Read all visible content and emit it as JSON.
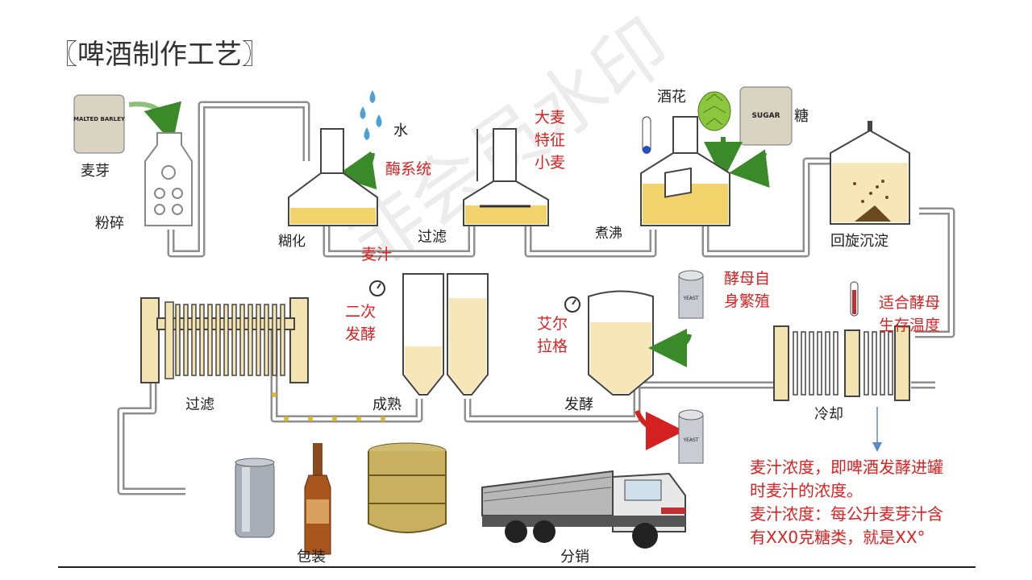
{
  "title": "〖啤酒制作工艺〗",
  "watermark": "非会员水印",
  "bags": {
    "malted_barley": "MALTED BARLEY",
    "sugar": "SUGAR",
    "yeast": "YEAST"
  },
  "labels": {
    "malt": "麦芽",
    "crush": "粉碎",
    "water": "水",
    "enzyme": "酶系统",
    "mashing": "糊化",
    "filter1": "过滤",
    "barley_features": [
      "大麦",
      "特征",
      "小麦"
    ],
    "hops": "酒花",
    "sugar": "糖",
    "boil": "煮沸",
    "whirlpool": "回旋沉淀",
    "wort": "麦汁",
    "secondary": [
      "二次",
      "发酵"
    ],
    "ale": [
      "艾尔",
      "拉格"
    ],
    "yeast_repro": [
      "酵母自",
      "身繁殖"
    ],
    "temp": [
      "适合酵母",
      "生存温度"
    ],
    "filter2": "过滤",
    "maturation": "成熟",
    "fermentation": "发酵",
    "cooling": "冷却",
    "package": "包装",
    "distribution": "分销"
  },
  "note": [
    "麦汁浓度，即啤酒发酵进罐",
    "时麦汁的浓度。",
    "麦汁浓度：每公升麦芽汁含",
    "有XX0克糖类，就是XX°"
  ],
  "colors": {
    "accent_red": "#e02020",
    "beer": "#f2d26a",
    "pipe": "#9a9a9a",
    "equipment": "#f3e3b0",
    "green_arrow": "#3a8a2a"
  }
}
